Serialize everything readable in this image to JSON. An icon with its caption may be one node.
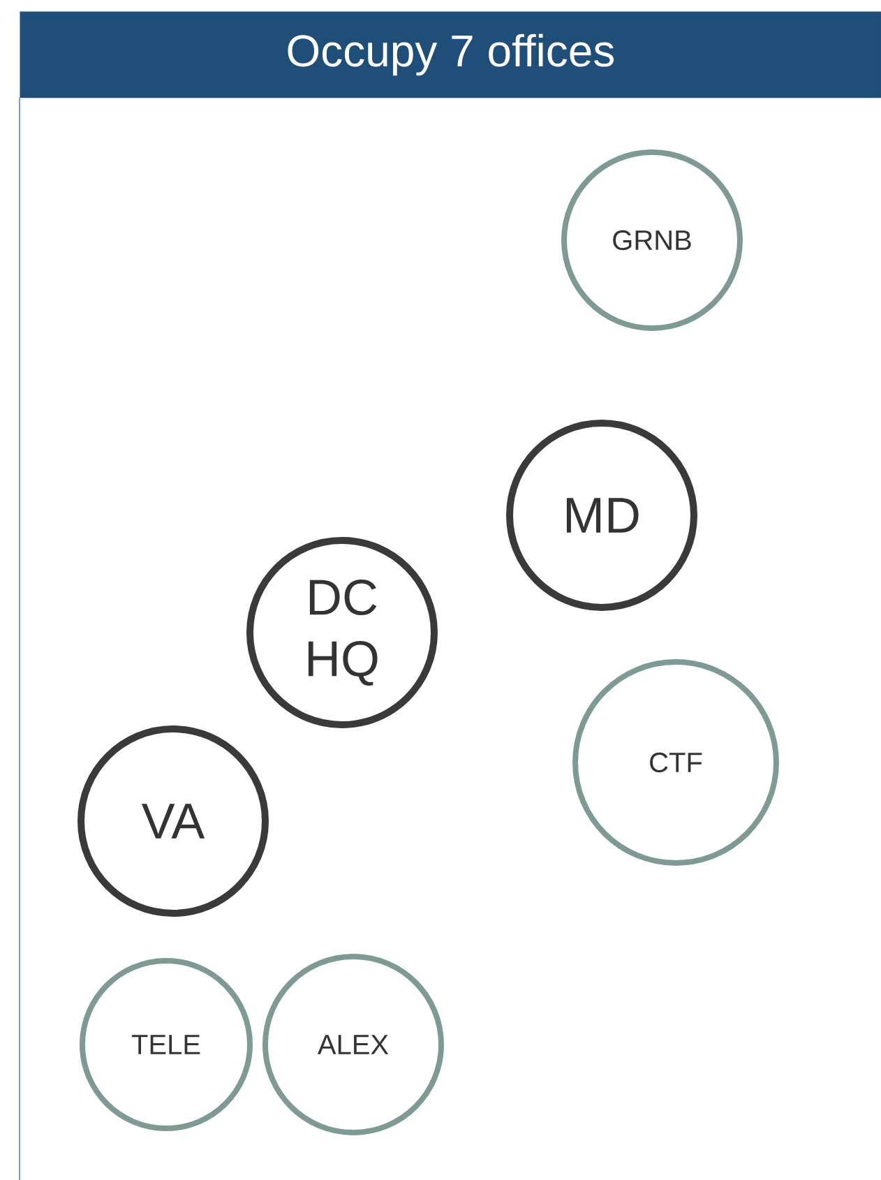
{
  "diagram": {
    "title": "Occupy 7 offices",
    "nodes": [
      {
        "text": [
          "GRNB"
        ]
      },
      {
        "text": [
          "MD"
        ]
      },
      {
        "text": [
          "DC HQ"
        ]
      },
      {
        "text": [
          "CTF"
        ]
      },
      {
        "text": [
          "VA"
        ]
      },
      {
        "text": [
          "TELE"
        ]
      },
      {
        "text": [
          "ALEX"
        ]
      }
    ]
  }
}
